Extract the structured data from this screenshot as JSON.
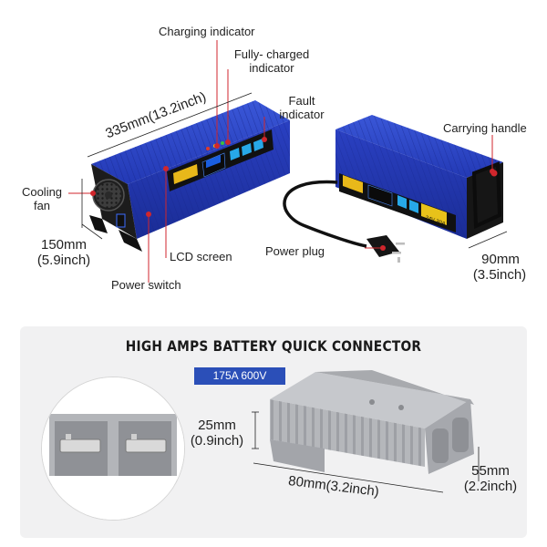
{
  "labels": {
    "charging_indicator": "Charging indicator",
    "fully_charged_indicator_line1": "Fully- charged",
    "fully_charged_indicator_line2": "indicator",
    "fault_indicator_line1": "Fault",
    "fault_indicator_line2": "indicator",
    "carrying_handle": "Carrying handle",
    "cooling_fan_line1": "Cooling",
    "cooling_fan_line2": "fan",
    "lcd_screen": "LCD screen",
    "power_plug": "Power plug",
    "power_switch": "Power switch"
  },
  "dimensions": {
    "length": "335mm(13.2inch)",
    "height_mm": "150mm",
    "height_in": "(5.9inch)",
    "width_mm": "90mm",
    "width_in": "(3.5inch)"
  },
  "connector": {
    "title": "HIGH AMPS BATTERY QUICK CONNECTOR",
    "badge": "175A 600V",
    "dim_height_mm": "25mm",
    "dim_height_in": "(0.9inch)",
    "dim_length": "80mm(3.2inch)",
    "dim_depth_mm": "55mm",
    "dim_depth_in": "(2.2inch)"
  },
  "screen": {
    "output": "24V 30A"
  },
  "colors": {
    "charger_body": "#2338b8",
    "charger_dark": "#13207a",
    "connector_gray": "#b9bbbf",
    "badge": "#2b4fb8",
    "indicator_dot": "#d0262c"
  }
}
